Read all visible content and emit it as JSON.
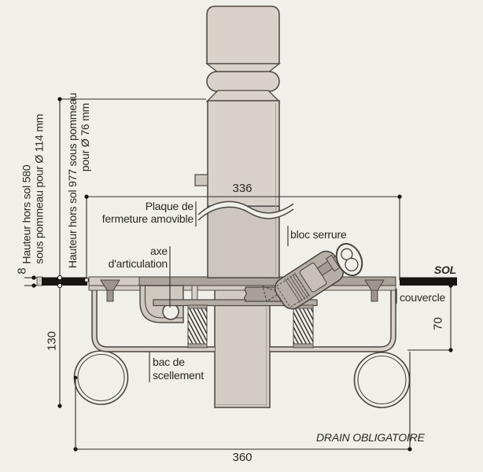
{
  "diagram": {
    "left_annotations": {
      "h580": {
        "line1": "Hauteur hors sol 580",
        "line2": "sous pommeau pour Ø 114 mm"
      },
      "h977": {
        "line1": "Hauteur hors sol 977 sous pommeau",
        "line2": "pour Ø 76 mm"
      }
    },
    "labels": {
      "plaque_line1": "Plaque de",
      "plaque_line2": "fermeture amovible",
      "axe_line1": "axe",
      "axe_line2": "d'articulation",
      "bloc_serrure": "bloc serrure",
      "sol": "SOL",
      "couvercle": "couvercle",
      "bac_line1": "bac de",
      "bac_line2": "scellement",
      "drain": "DRAIN OBLIGATOIRE"
    },
    "dimensions": {
      "plate_width": "336",
      "plate_thickness": "8",
      "pit_depth": "130",
      "tray_depth": "70",
      "overall_width": "360"
    },
    "colors": {
      "background": "#f1efe9",
      "outline": "#4a4540",
      "fill_light": "#d9d2cb",
      "fill_mid": "#b6afa8",
      "band_dark": "#aba49c",
      "ground_black": "#181411"
    }
  }
}
